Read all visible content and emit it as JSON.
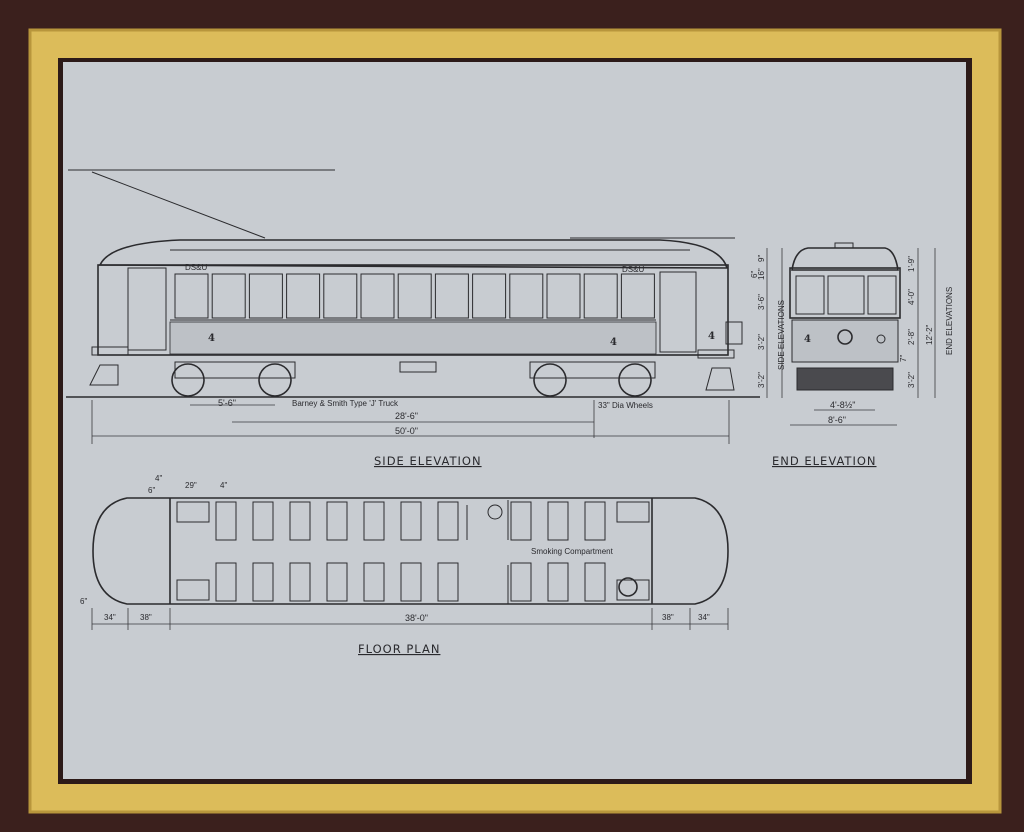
{
  "drawing": {
    "side_elevation": {
      "title": "SIDE ELEVATION",
      "car_lettering": "DS&U",
      "car_number": "4",
      "truck_note": "Barney & Smith Type 'J' Truck",
      "wheel_note": "33\" Dia Wheels",
      "dim_truck_wheelbase": "5'-6\"",
      "dim_truck_centers": "28'-6\"",
      "dim_overall_length": "50'-0\""
    },
    "end_elevation": {
      "title": "END ELEVATION",
      "car_number": "4",
      "dim_gauge": "4'-8½\"",
      "dim_width": "8'-6\"",
      "side_label": "SIDE ELEVATIONS",
      "end_label": "END ELEVATIONS",
      "dims_left": [
        "6\"",
        "9\"",
        "16\"",
        "3'-6\"",
        "3'-2\"",
        "3'-2\""
      ],
      "dims_right": [
        "1'-9\"",
        "4'-0\"",
        "2'-8\"",
        "7\"",
        "3'-2\"",
        "12'-2\""
      ]
    },
    "floor_plan": {
      "title": "FLOOR PLAN",
      "compartment_label": "Smoking Compartment",
      "dims_top": [
        "4\"",
        "6\"",
        "29\"",
        "4\""
      ],
      "dims_bottom": [
        "6\"",
        "34\"",
        "38\"",
        "38'-0\"",
        "38\"",
        "34\""
      ]
    }
  },
  "colors": {
    "wall": "#3b201d",
    "frame": "#dcbc5a",
    "paper": "#c8ccd1",
    "ink": "#2b2b2e"
  }
}
